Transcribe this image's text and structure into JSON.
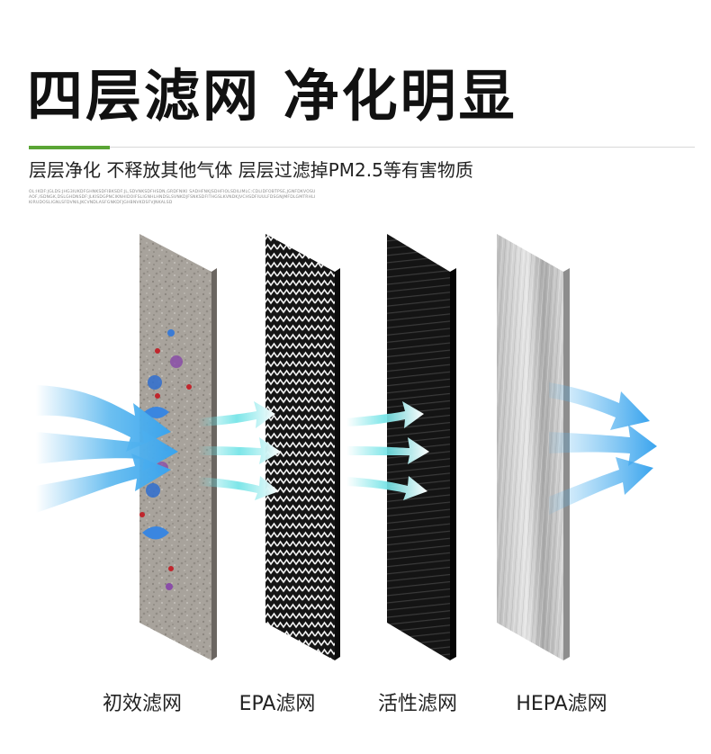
{
  "header": {
    "title": "四层滤网 净化明显",
    "subtitle": "层层净化 不释放其他气体 层层过滤掉PM2.5等有害物质",
    "fine_print": "OL:IKDF:JGLDS:JHG3IUKDFGHNKSDFIBKSDF:JL,SDVNKSDFHSDN,GRDFNIKI SADHFNKJSDHFIOLSDILIMLC:CDLIDFOBTPSE,JGNFDKVOSUAOF,ISDNGK,DSLGHDNSDF:JLKISDGPNCIKNHIDOIFSLIGNHLHNDSLSVNKDJFSNKSDFITHGSLKVNDKJVCHSDFIUULFDSGNJMFDLGMTRHLIKIRUDOSLIGNLSFDVNILJKCVNDLASFGNKDFJGHBNVKDSFVJNKALSD"
  },
  "layers": [
    {
      "label": "初效滤网",
      "icon": "primary-filter-icon"
    },
    {
      "label": "EPA滤网",
      "icon": "epa-filter-icon"
    },
    {
      "label": "活性滤网",
      "icon": "activated-carbon-filter-icon"
    },
    {
      "label": "HEPA滤网",
      "icon": "hepa-filter-icon"
    }
  ],
  "colors": {
    "accent": "#5aa535",
    "airflow_blue": "#5bb8ef",
    "airflow_cyan": "#6fe3e6"
  }
}
